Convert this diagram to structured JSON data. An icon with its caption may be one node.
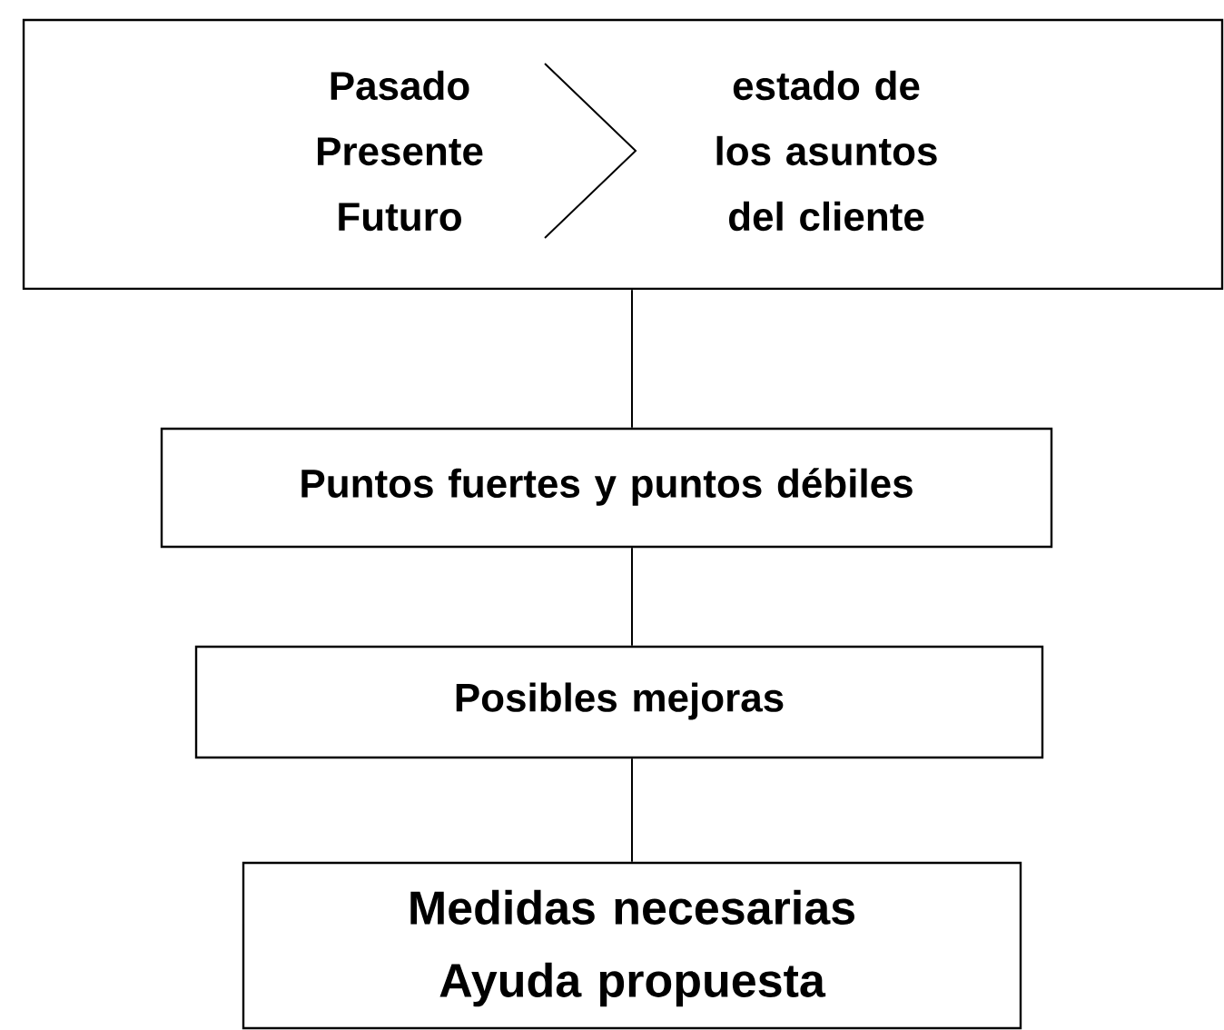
{
  "diagram": {
    "nodes": [
      {
        "text": [
          "Pasado Presente Futuro",
          "estado de los asuntos del cliente"
        ]
      },
      {
        "text": [
          "Puntos fuertes y puntos débiles"
        ]
      },
      {
        "text": [
          "Posibles mejoras"
        ]
      },
      {
        "text": [
          "Medidas necesarias Ayuda propuesta"
        ]
      }
    ],
    "edges": [
      {
        "from": 0,
        "to": 1,
        "arrow": "none"
      },
      {
        "from": 1,
        "to": 2,
        "arrow": "none"
      },
      {
        "from": 2,
        "to": 3,
        "arrow": "none"
      }
    ]
  }
}
